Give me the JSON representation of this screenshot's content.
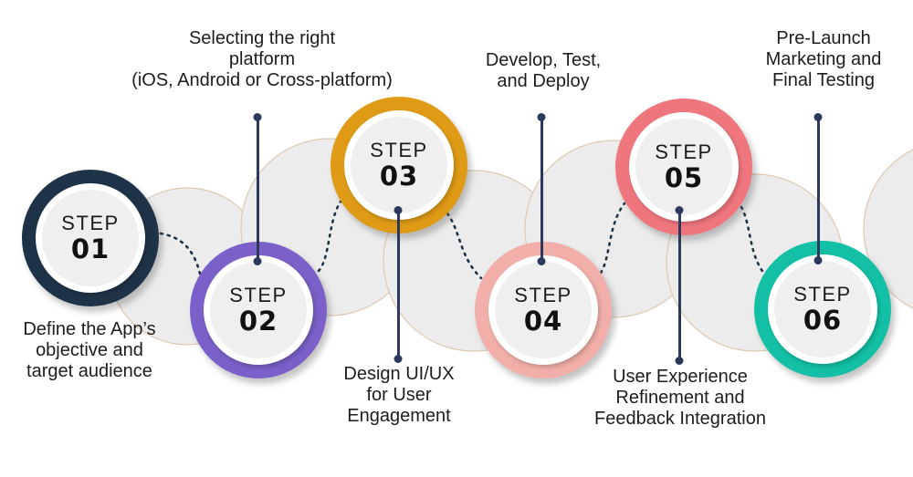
{
  "diagram": {
    "type": "process-steps-infographic",
    "steps": [
      {
        "step_word": "STEP",
        "number": "01",
        "ring_color": "#1f3348",
        "label_position": "below-circle",
        "label_text": "Define the App’s objective and target audience",
        "label_lines": [
          "Define the App’s",
          "objective and",
          "target audience"
        ]
      },
      {
        "step_word": "STEP",
        "number": "02",
        "ring_color": "#7a60c8",
        "label_position": "above-with-line",
        "label_text": "Selecting the right platform (iOS, Android or Cross-platform)",
        "label_lines": [
          "Selecting the right",
          "platform",
          "(iOS, Android or Cross-platform)"
        ]
      },
      {
        "step_word": "STEP",
        "number": "03",
        "ring_color": "#df9b16",
        "label_position": "below-with-line",
        "label_text": "Design UI/UX for User Engagement",
        "label_lines": [
          "Design UI/UX",
          "for User",
          "Engagement"
        ]
      },
      {
        "step_word": "STEP",
        "number": "04",
        "ring_color": "#f2afa9",
        "label_position": "above-with-line",
        "label_text": "Develop, Test, and Deploy",
        "label_lines": [
          "Develop, Test,",
          "and Deploy"
        ]
      },
      {
        "step_word": "STEP",
        "number": "05",
        "ring_color": "#f0767e",
        "label_position": "below-with-line",
        "label_text": "User Experience Refinement and Feedback Integration",
        "label_lines": [
          "User Experience",
          "Refinement and",
          "Feedback Integration"
        ]
      },
      {
        "step_word": "STEP",
        "number": "06",
        "ring_color": "#13c0a5",
        "label_position": "above-with-line",
        "label_text": "Pre-Launch Marketing and Final Testing",
        "label_lines": [
          "Pre-Launch",
          "Marketing and",
          "Final Testing"
        ]
      }
    ],
    "colors": {
      "background": "#ffffff",
      "inner_circle_fill": "#f0efef",
      "background_blob": "#ececec",
      "blob_edge": "#dcc9b0",
      "connector_line": "#2b3a5c",
      "dashed_curve": "#1f3348",
      "text": "#1d1d1d"
    }
  }
}
